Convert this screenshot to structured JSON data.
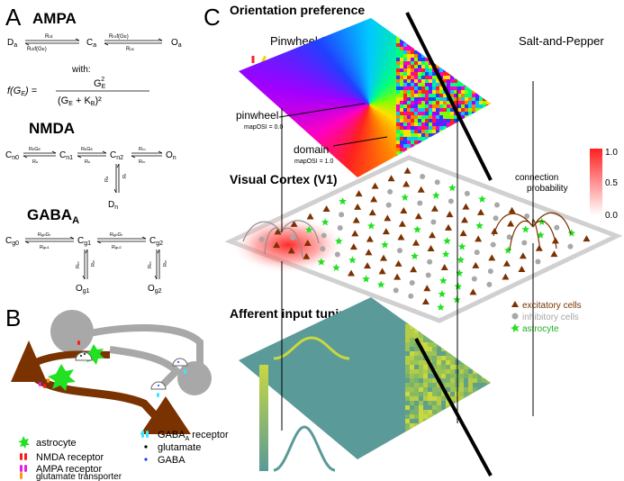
{
  "panel_a": {
    "letter": "A",
    "ampa": {
      "title": "AMPA",
      "states": [
        "D",
        "C",
        "O"
      ],
      "state_sub": "a",
      "rates": {
        "d_c_top": "R",
        "d_c_top_sub": "rd",
        "d_c_bottom": "R",
        "d_c_bottom_sub": "dr",
        "d_c_bottom_tail": "f(G",
        "c_o_top": "R",
        "c_o_top_sub": "ro",
        "c_o_top_tail": "f(G",
        "c_o_bottom": "R",
        "c_o_bottom_sub": "oc"
      },
      "with_label": "with:",
      "formula_lhs": "f(G",
      "formula_num": "G",
      "formula_den": "(G",
      "formula_den_mid": " + K",
      "sub_e": "E",
      "sub_b": "B",
      "close_paren": ")",
      "eq": ") =",
      "square": "2",
      "squared_paren": ")²"
    },
    "nmda": {
      "title": "NMDA",
      "states": [
        "C",
        "C",
        "C",
        "O",
        "D"
      ],
      "state_subs": [
        "n0",
        "n1",
        "n2",
        "n",
        "n"
      ],
      "rates": [
        "R",
        "R",
        "R",
        "R",
        "R",
        "R",
        "R",
        "R"
      ],
      "rate_subs": [
        "b",
        "u",
        "b",
        "u",
        "ro",
        "rc",
        "d",
        "r"
      ],
      "g": "G",
      "g_sub": "E"
    },
    "gaba": {
      "title": "GABA",
      "title_sub": "A",
      "states": [
        "C",
        "C",
        "C",
        "O",
        "O"
      ],
      "state_subs": [
        "g0",
        "g1",
        "g2",
        "g1",
        "g2"
      ],
      "rates": [
        "R",
        "R",
        "R",
        "R",
        "R",
        "R",
        "R",
        "R"
      ],
      "rate_subs": [
        "gb",
        "gu",
        "gb",
        "gu",
        "ro",
        "rc",
        "ro",
        "rc"
      ],
      "rate_sub_tail": "1",
      "rate_sub_tail2": "2",
      "g": "G",
      "g_sub": "I"
    }
  },
  "panel_b": {
    "letter": "B",
    "legend": [
      {
        "label": "astrocyte",
        "color": "#22e022",
        "icon": "star-icon"
      },
      {
        "label": "NMDA receptor",
        "color": "#ff1a1a",
        "icon": "receptor-pill-icon"
      },
      {
        "label": "AMPA receptor",
        "color": "#e020e0",
        "icon": "receptor-pill-icon"
      },
      {
        "label": "glutamate transporter",
        "color": "#ff8800",
        "icon": "receptor-pill-icon"
      },
      {
        "label": "GABA",
        "label_sub": "A",
        "label_tail": " receptor",
        "color": "#38e8ff",
        "icon": "receptor-pill-icon"
      },
      {
        "label": "glutamate",
        "color": "#000000",
        "icon": "dot-icon"
      },
      {
        "label": "GABA",
        "color": "#1a3aff",
        "icon": "dot-icon"
      }
    ],
    "colors": {
      "excitatory": "#7a3200",
      "inhibitory": "#a8a8a8",
      "astrocyte": "#22e022"
    }
  },
  "panel_c": {
    "letter": "C",
    "top_title": "Orientation preference",
    "left_label": "Pinwheel-Domain",
    "right_label": "Salt-and-Pepper",
    "pinwheel_label": "pinwheel",
    "pinwheel_sub": "mapOSI = 0.0",
    "domain_label": "domain",
    "domain_sub": "mapOSI = 1.0",
    "orientation_bar_colors": [
      "#ff2020",
      "#ffd000",
      "#80ff00",
      "#00d8ff",
      "#1060ff",
      "#c000ff",
      "#ff2060"
    ],
    "middle_title": "Visual Cortex (V1)",
    "colorbar": {
      "title_1": "connection",
      "title_2": "probability",
      "ticks": [
        "1.0",
        "0.5",
        "0.0"
      ],
      "max_color": "#ff2020",
      "min_color": "#ffffff"
    },
    "cell_legend": [
      {
        "label": "excitatory cells",
        "color": "#7a3200",
        "icon": "triangle-icon"
      },
      {
        "label": "inhibitory cells",
        "color": "#a8a8a8",
        "icon": "dot-icon"
      },
      {
        "label": "astrocyte",
        "color": "#22e022",
        "icon": "star-icon"
      }
    ],
    "bottom_title": "Afferent input tuning width",
    "tuning_colors": {
      "narrow": "#c8d840",
      "broad": "#5a9a98"
    }
  }
}
